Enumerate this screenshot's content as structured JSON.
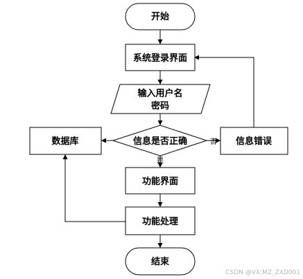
{
  "flowchart": {
    "nodes": {
      "start": "开始",
      "login_screen": "系统登录界面",
      "input_line1": "输入用户名",
      "input_line2": "密码",
      "decision": "信息是否正确",
      "database": "数据库",
      "info_error": "信息错误",
      "function_screen": "功能界面",
      "function_process": "功能处理",
      "end": "结束"
    },
    "edge_labels": {
      "no": "否",
      "yes": "是"
    }
  },
  "watermark": "CSDN @VX:MZ_ZXD001"
}
